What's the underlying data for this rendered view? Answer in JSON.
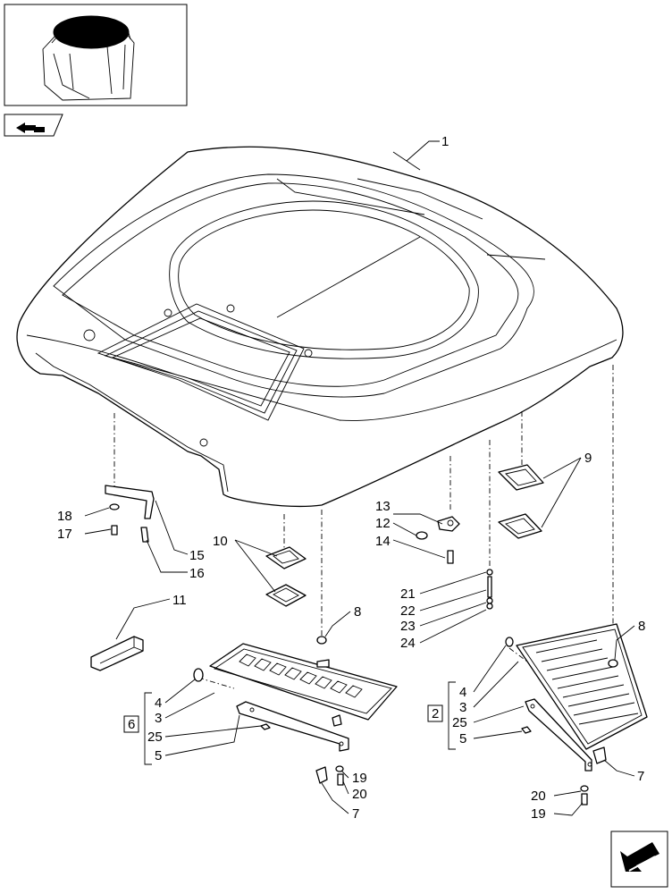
{
  "callouts": [
    {
      "id": "c1",
      "text": "1"
    },
    {
      "id": "c18",
      "text": "18"
    },
    {
      "id": "c17",
      "text": "17"
    },
    {
      "id": "c15",
      "text": "15"
    },
    {
      "id": "c16",
      "text": "16"
    },
    {
      "id": "c11",
      "text": "11"
    },
    {
      "id": "c10",
      "text": "10"
    },
    {
      "id": "c13",
      "text": "13"
    },
    {
      "id": "c12",
      "text": "12"
    },
    {
      "id": "c14",
      "text": "14"
    },
    {
      "id": "c9",
      "text": "9"
    },
    {
      "id": "c21",
      "text": "21"
    },
    {
      "id": "c22",
      "text": "22"
    },
    {
      "id": "c23",
      "text": "23"
    },
    {
      "id": "c24",
      "text": "24"
    },
    {
      "id": "c8a",
      "text": "8"
    },
    {
      "id": "c8b",
      "text": "8"
    },
    {
      "id": "cL4",
      "text": "4"
    },
    {
      "id": "cL3",
      "text": "3"
    },
    {
      "id": "cL25",
      "text": "25"
    },
    {
      "id": "cL5",
      "text": "5"
    },
    {
      "id": "cL19",
      "text": "19"
    },
    {
      "id": "cL20",
      "text": "20"
    },
    {
      "id": "cL7",
      "text": "7"
    },
    {
      "id": "cR4",
      "text": "4"
    },
    {
      "id": "cR3",
      "text": "3"
    },
    {
      "id": "cR25",
      "text": "25"
    },
    {
      "id": "cR5",
      "text": "5"
    },
    {
      "id": "cR7",
      "text": "7"
    },
    {
      "id": "cR20",
      "text": "20"
    },
    {
      "id": "cR19",
      "text": "19"
    }
  ],
  "kits": [
    {
      "id": "kitL",
      "text": "6"
    },
    {
      "id": "kitR",
      "text": "2"
    }
  ]
}
